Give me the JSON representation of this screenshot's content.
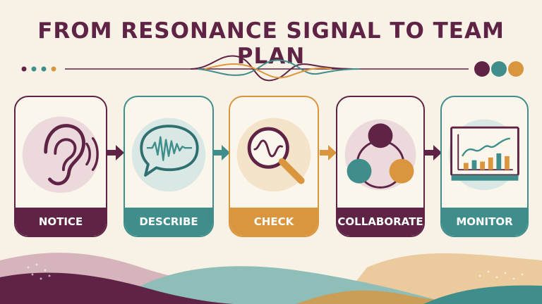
{
  "title": "FROM RESONANCE SIGNAL TO TEAM PLAN",
  "colors": {
    "plum": "#5e2345",
    "teal": "#3f8e8c",
    "orange": "#d9963e",
    "background": "#f8f2e6"
  },
  "header_dots": [
    "plum",
    "teal",
    "orange"
  ],
  "steps": [
    {
      "label": "NOTICE",
      "icon": "ear-icon",
      "color": "#5e2345"
    },
    {
      "label": "DESCRIBE",
      "icon": "speech-waveform-icon",
      "color": "#3f8e8c"
    },
    {
      "label": "CHECK",
      "icon": "magnifier-wave-icon",
      "color": "#d9963e"
    },
    {
      "label": "COLLABORATE",
      "icon": "network-nodes-icon",
      "color": "#5e2345"
    },
    {
      "label": "MONITOR",
      "icon": "chart-monitor-icon",
      "color": "#3f8e8c"
    }
  ]
}
